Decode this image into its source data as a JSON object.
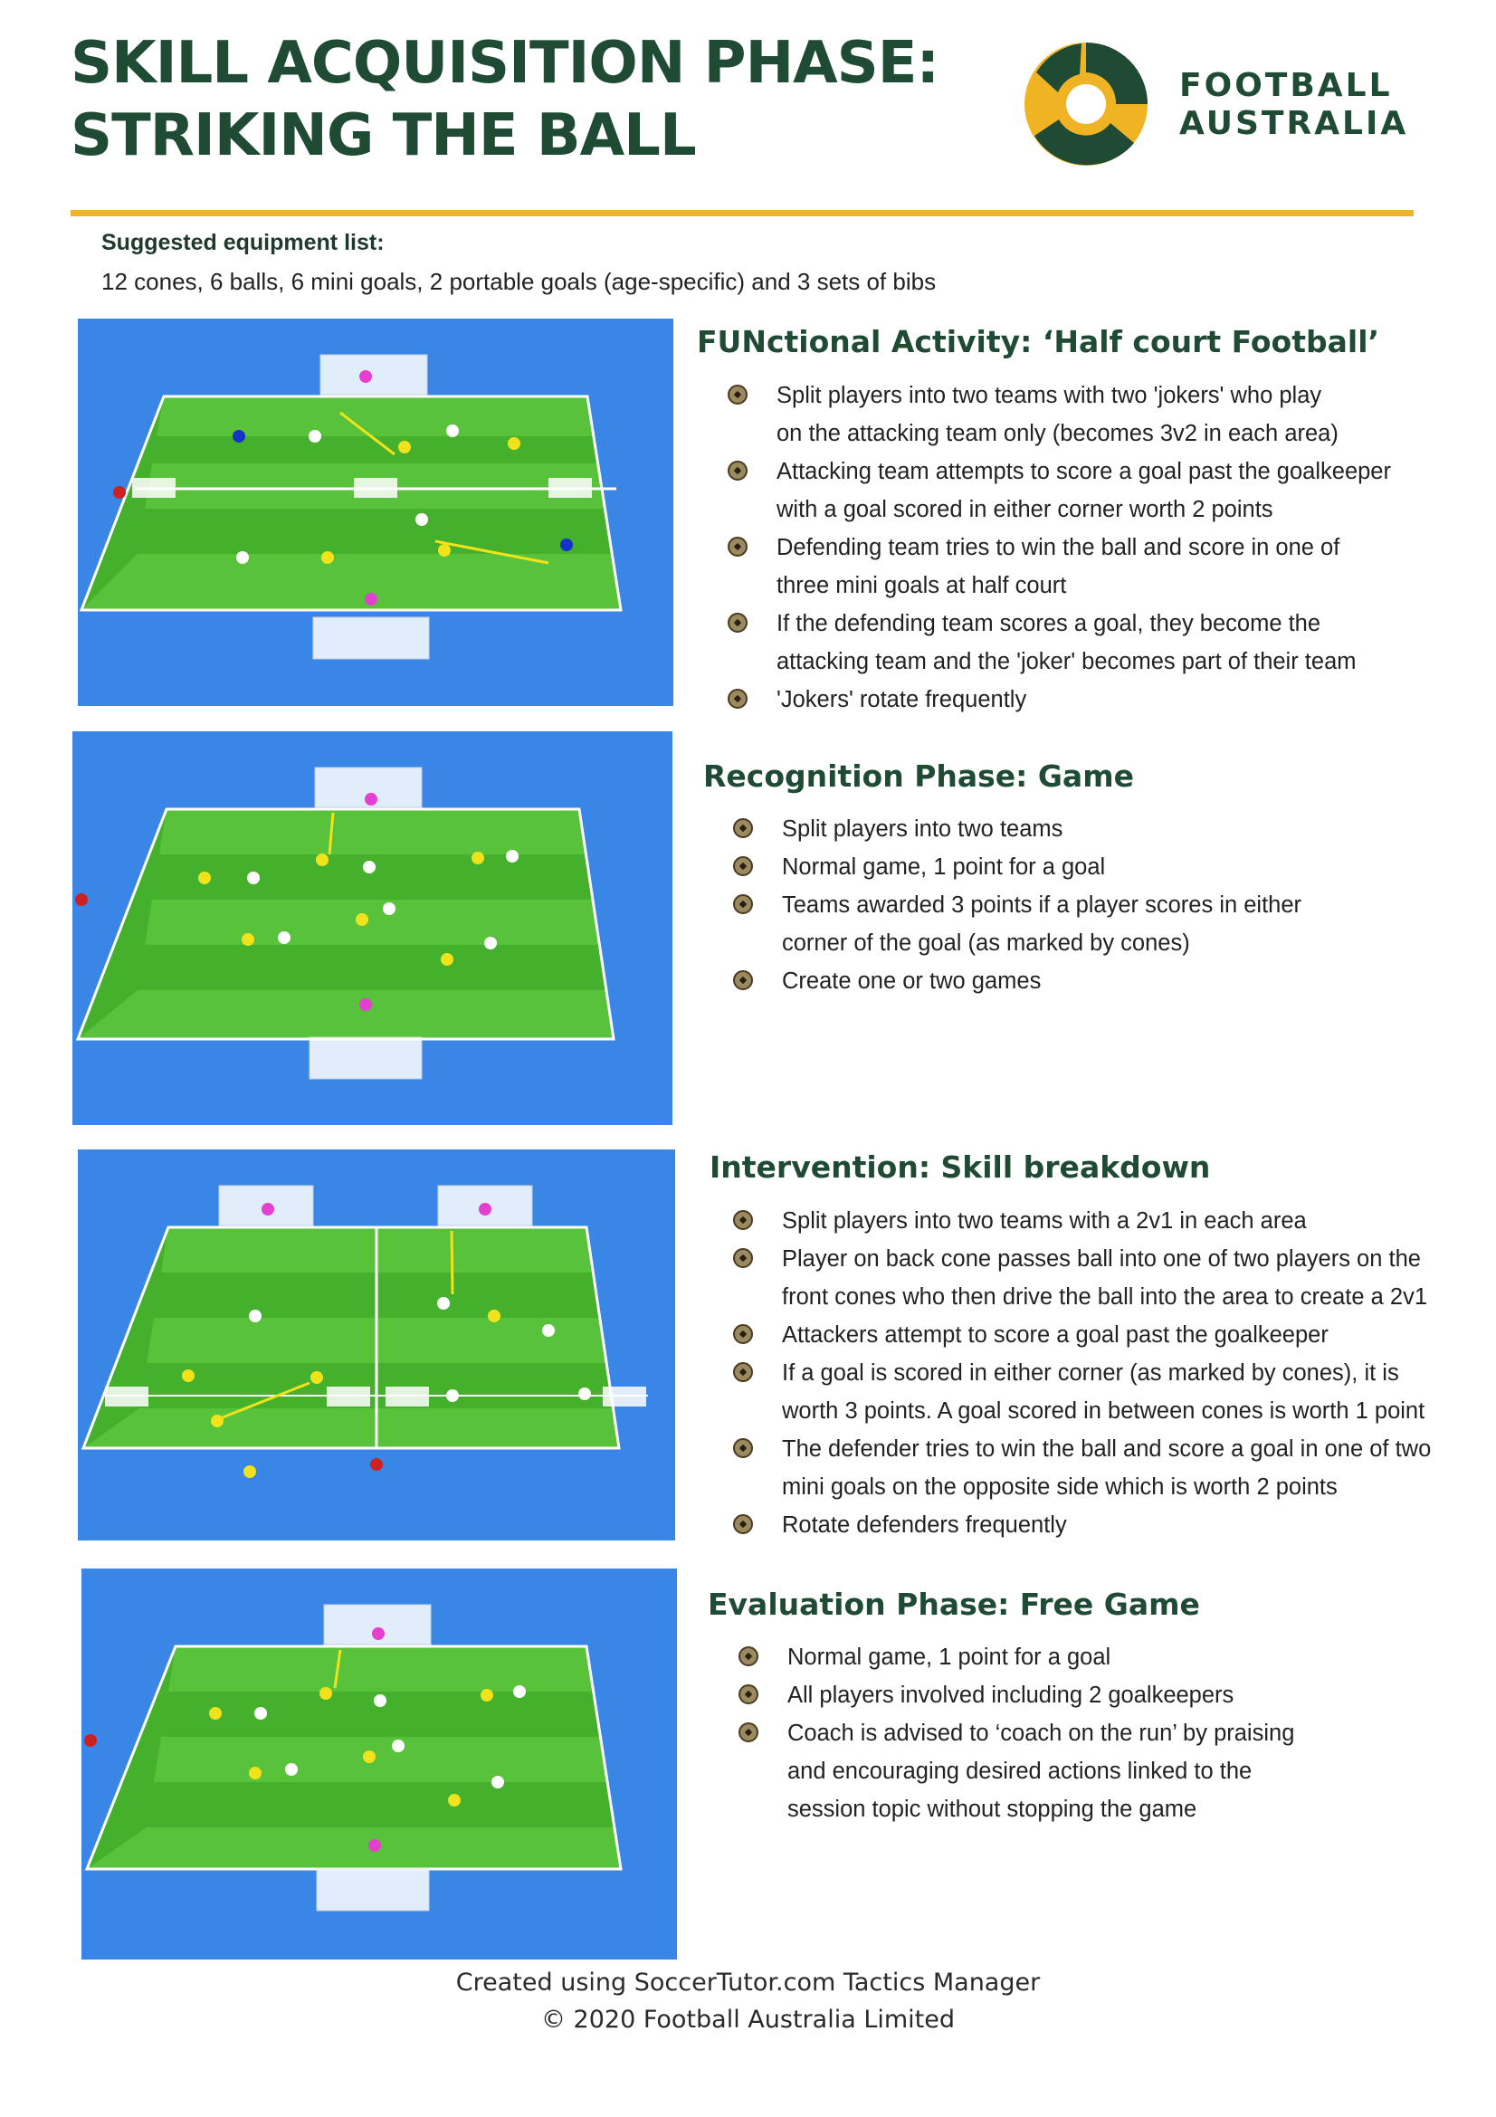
{
  "header": {
    "title_line1": "SKILL ACQUISITION PHASE:",
    "title_line2": "STRIKING THE BALL",
    "logo_line1": "FOOTBALL",
    "logo_line2": "AUSTRALIA"
  },
  "equipment": {
    "label": "Suggested equipment list:",
    "text": "12 cones, 6 balls, 6 mini goals, 2 portable goals (age-specific) and 3 sets of bibs"
  },
  "sections": [
    {
      "title": "FUNctional Activity: ‘Half court Football’",
      "lines": [
        "Split players into two teams with two 'jokers' who play",
        "on the attacking team only (becomes 3v2 in each area)",
        "Attacking team attempts to score a goal past the goalkeeper",
        "with a goal scored in either corner worth 2 points",
        "Defending team tries to win the ball and score in one of",
        "three mini goals at half court",
        "If the defending team scores a goal, they become the",
        "attacking team and the 'joker' becomes part of their team",
        "'Jokers' rotate frequently"
      ]
    },
    {
      "title": "Recognition Phase: Game",
      "lines": [
        "Split players into two teams",
        "Normal game, 1 point for a goal",
        "Teams awarded 3 points if a player scores in either",
        "corner of the goal (as marked by cones)",
        "Create one or two games"
      ]
    },
    {
      "title": "Intervention: Skill breakdown",
      "lines": [
        "Split players into two teams with a 2v1 in each area",
        "Player on back cone passes ball into one of two players on the",
        "front cones who then drive the ball into the area to create a 2v1",
        "Attackers attempt to score a goal past the goalkeeper",
        "If a goal is scored in either corner (as marked by cones), it is",
        "worth 3 points. A goal scored in between cones is worth 1 point",
        "The defender tries to win the ball and score a goal in one of two",
        "mini goals on the opposite side which is worth 2 points",
        "Rotate defenders frequently"
      ]
    },
    {
      "title": "Evaluation Phase: Free Game",
      "lines": [
        "Normal game, 1 point for a goal",
        "All players involved including 2 goalkeepers",
        "Coach is advised to ‘coach on the run’ by praising",
        "and encouraging desired actions linked to the",
        "session topic without stopping the game"
      ]
    }
  ],
  "footer": {
    "line1": "Created using SoccerTutor.com Tactics Manager",
    "line2": "© 2020 Football Australia Limited"
  },
  "colors": {
    "brand_green": "#1f4a34",
    "brand_gold": "#f0b323",
    "pitch_light": "#4fb832",
    "pitch_dark": "#3aa423",
    "backdrop": "#3a86e6"
  },
  "icons": [
    "football-australia-logo",
    "soccer-ball-bullet-icon",
    "pitch-diagram"
  ]
}
